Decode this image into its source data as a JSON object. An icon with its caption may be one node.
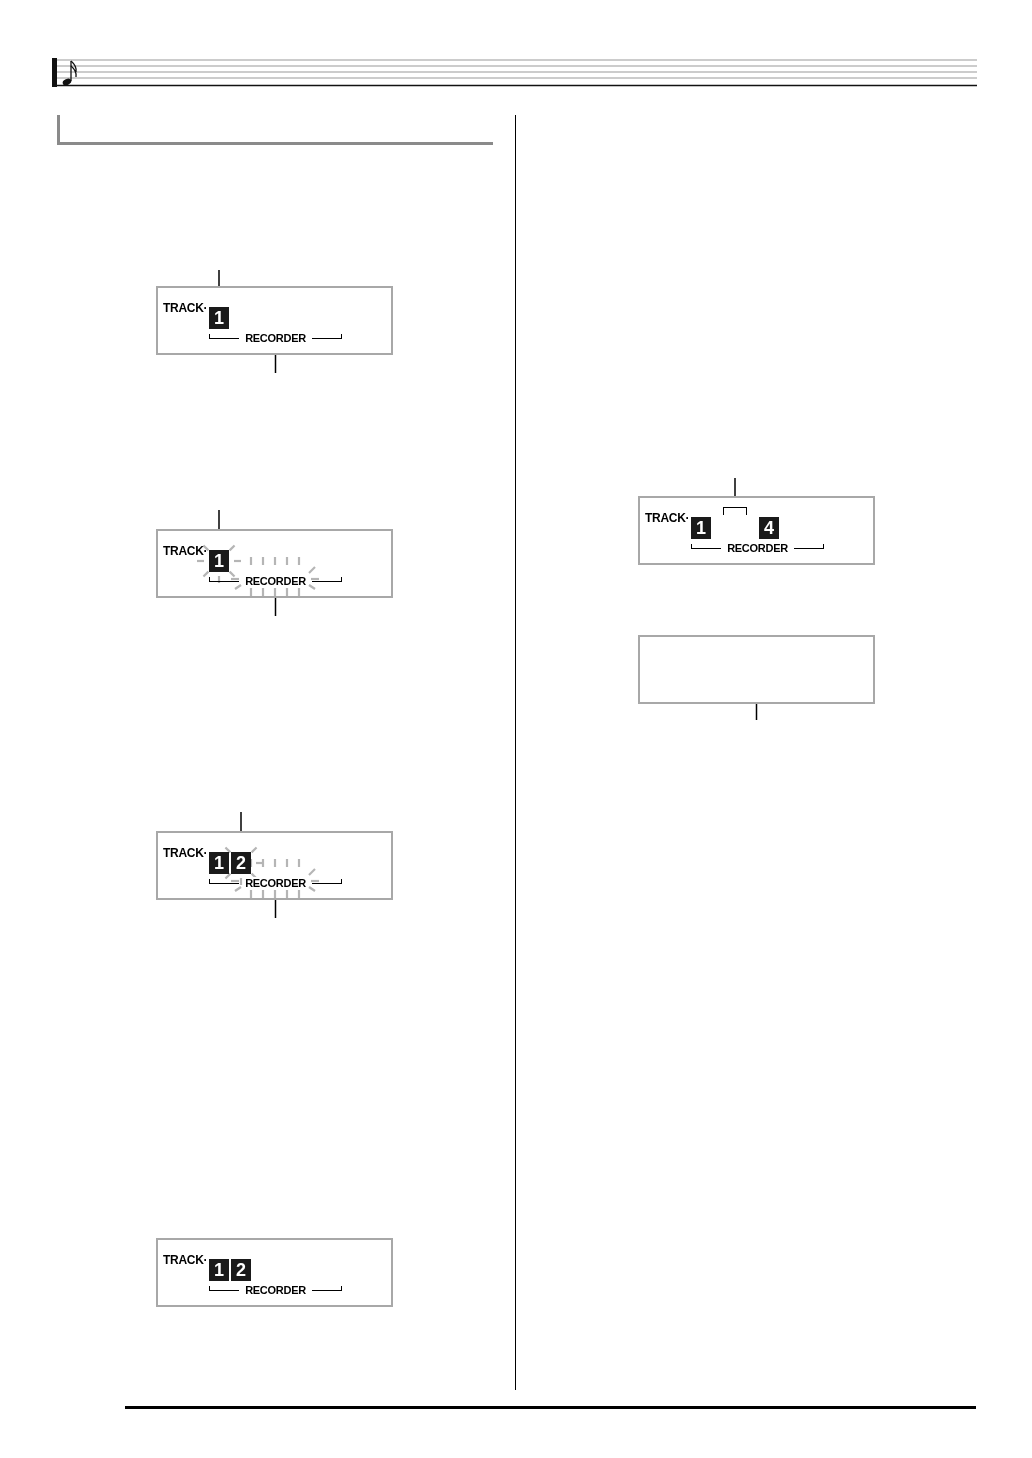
{
  "diagram": {
    "nodes": [
      {
        "text": [
          "TRACK·"
        ]
      },
      {
        "text": [
          "1"
        ],
        "in": 0
      },
      {
        "text": [
          "RECORDER"
        ],
        "in": 0
      },
      {
        "text": [
          "TRACK·"
        ]
      },
      {
        "text": [
          "1"
        ],
        "in": 3
      },
      {
        "text": [
          "RECORDER"
        ],
        "in": 3
      },
      {
        "text": [
          "TRACK·"
        ]
      },
      {
        "text": [
          "1"
        ],
        "in": 6
      },
      {
        "text": [
          "2"
        ],
        "in": 6
      },
      {
        "text": [
          "RECORDER"
        ],
        "in": 6
      },
      {
        "text": [
          "TRACK·"
        ]
      },
      {
        "text": [
          "1"
        ],
        "in": 10
      },
      {
        "text": [
          "2"
        ],
        "in": 10
      },
      {
        "text": [
          "RECORDER"
        ],
        "in": 10
      },
      {
        "text": [
          "TRACK·"
        ]
      },
      {
        "text": [
          "1"
        ],
        "in": 14
      },
      {
        "text": [],
        "shape": "bracket",
        "in": 14
      },
      {
        "text": [
          "4"
        ],
        "in": 14
      },
      {
        "text": [
          "RECORDER"
        ],
        "in": 14
      },
      {
        "text": [],
        "shape": "box"
      }
    ],
    "edges": [
      {
        "from": null,
        "to": 1,
        "arrow": "none"
      },
      {
        "from": null,
        "to": 2,
        "arrow": "none"
      },
      {
        "from": null,
        "to": 4,
        "arrow": "none"
      },
      {
        "from": null,
        "to": 5,
        "arrow": "none"
      },
      {
        "from": null,
        "to": 8,
        "arrow": "none"
      },
      {
        "from": null,
        "to": 9,
        "arrow": "none"
      },
      {
        "from": null,
        "to": 16,
        "arrow": "none"
      },
      {
        "from": null,
        "to": 19,
        "arrow": "none"
      }
    ]
  }
}
